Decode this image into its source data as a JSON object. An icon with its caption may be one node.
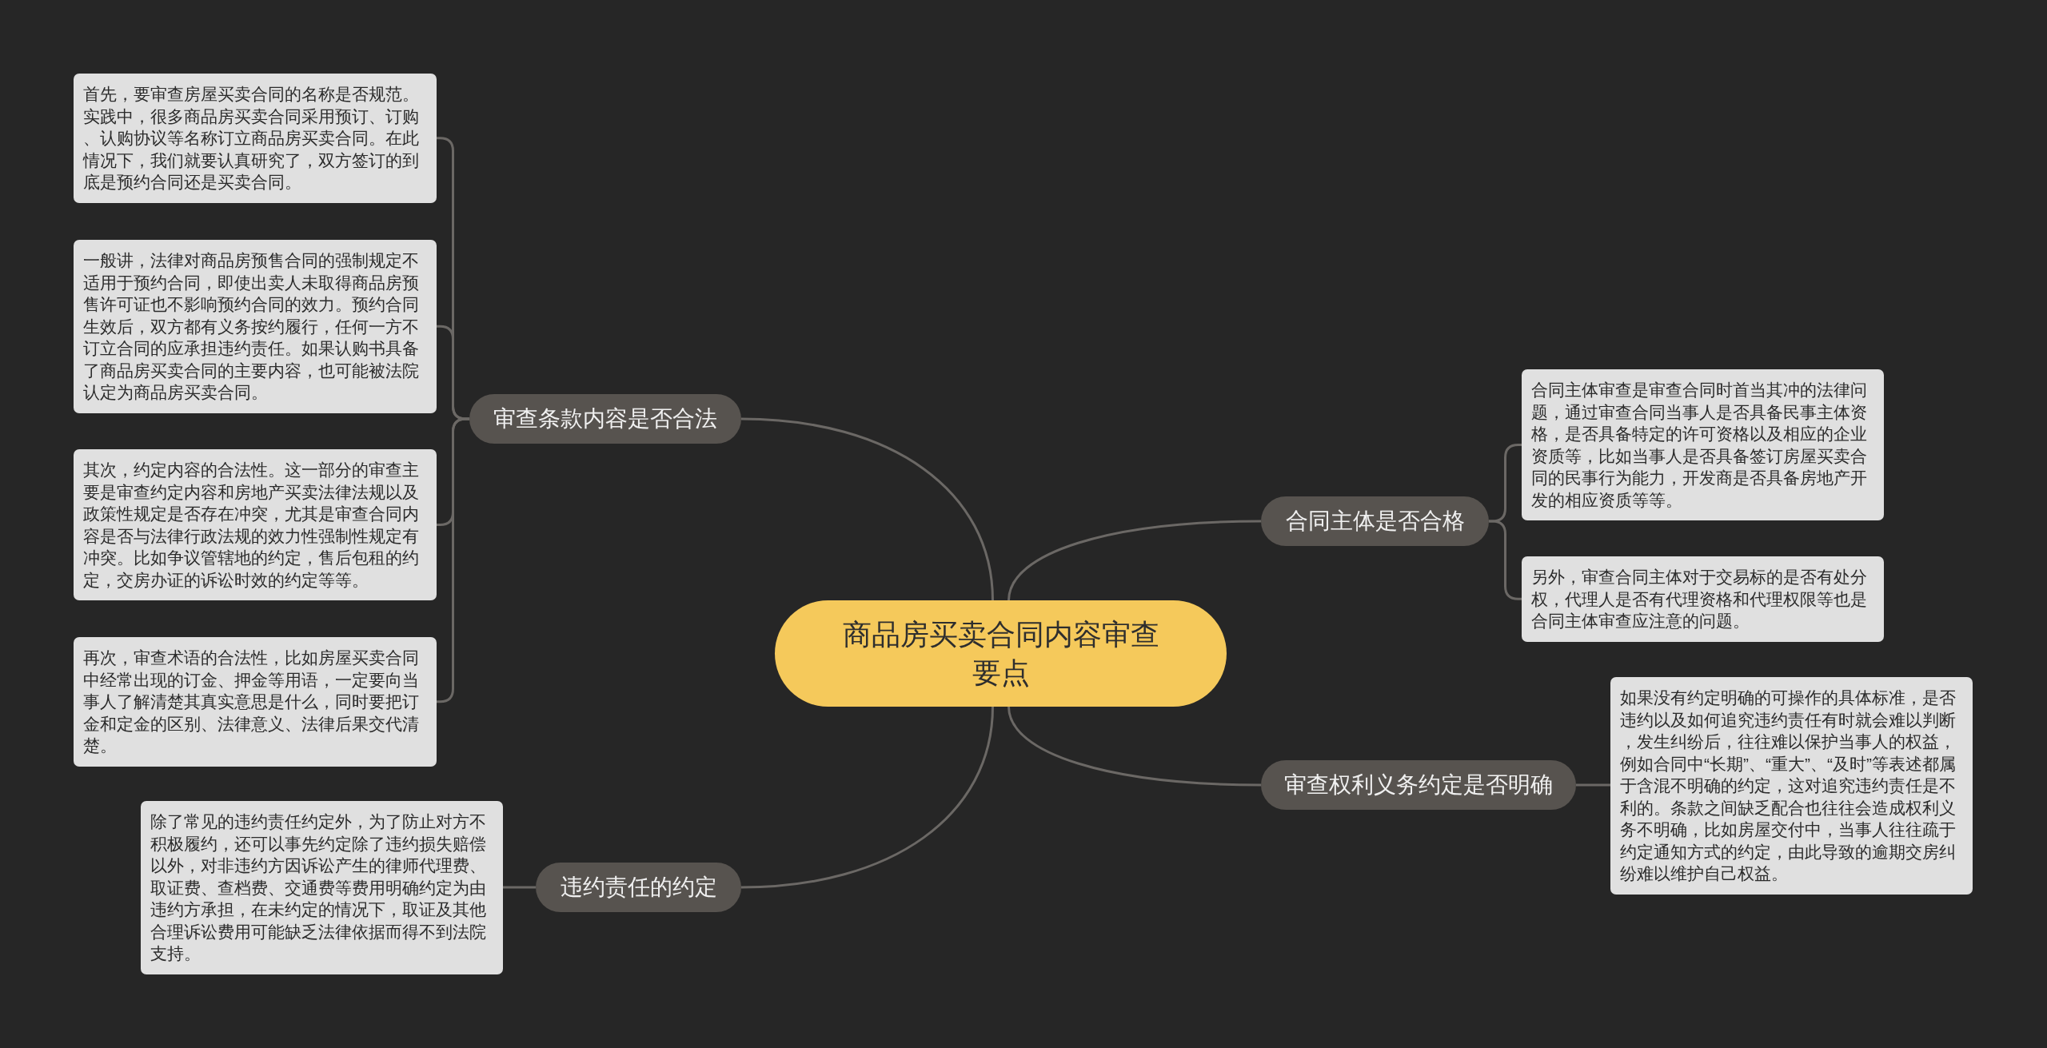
{
  "diagram": {
    "nodes": [
      {
        "text": [
          "商品房买卖合同内容审查要点"
        ]
      },
      {
        "text": [
          "审查条款内容是否合法"
        ]
      },
      {
        "text": [
          "首先，要审查房屋买卖合同的名称是否规范。实践中，很多商品房买卖合同采用预订、订购、认购协议等名称订立商品房买卖合同。在此情况下，我们就要认真研究了，双方签订的到底是预约合同还是买卖合同。"
        ]
      },
      {
        "text": [
          "一般讲，法律对商品房预售合同的强制规定不适用于预约合同，即使出卖人未取得商品房预售许可证也不影响预约合同的效力。预约合同生效后，双方都有义务按约履行，任何一方不订立合同的应承担违约责任。如果认购书具备了商品房买卖合同的主要内容，也可能被法院认定为商品房买卖合同。"
        ]
      },
      {
        "text": [
          "其次，约定内容的合法性。这一部分的审查主要是审查约定内容和房地产买卖法律法规以及政策性规定是否存在冲突，尤其是审查合同内容是否与法律行政法规的效力性强制性规定有冲突。比如争议管辖地的约定，售后包租的约定，交房办证的诉讼时效的约定等等。"
        ]
      },
      {
        "text": [
          "再次，审查术语的合法性，比如房屋买卖合同中经常出现的订金、押金等用语，一定要向当事人了解清楚其真实意思是什么，同时要把订金和定金的区别、法律意义、法律后果交代清楚。"
        ]
      },
      {
        "text": [
          "合同主体是否合格"
        ]
      },
      {
        "text": [
          "合同主体审查是审查合同时首当其冲的法律问题，通过审查合同当事人是否具备民事主体资格，是否具备特定的许可资格以及相应的企业资质等，比如当事人是否具备签订房屋买卖合同的民事行为能力，开发商是否具备房地产开发的相应资质等等。"
        ]
      },
      {
        "text": [
          "另外，审查合同主体对于交易标的是否有处分权，代理人是否有代理资格和代理权限等也是合同主体审查应注意的问题。"
        ]
      },
      {
        "text": [
          "审查权利义务约定是否明确"
        ]
      },
      {
        "text": [
          "如果没有约定明确的可操作的具体标准，是否违约以及如何追究违约责任有时就会难以判断，发生纠纷后，往往难以保护当事人的权益，例如合同中“长期”、“重大”、“及时”等表述都属于含混不明确的约定，这对追究违约责任是不利的。条款之间缺乏配合也往往会造成权利义务不明确，比如房屋交付中，当事人往往疏于约定通知方式的约定，由此导致的逾期交房纠纷难以维护自己权益。"
        ]
      },
      {
        "text": [
          "违约责任的约定"
        ]
      },
      {
        "text": [
          "除了常见的违约责任约定外，为了防止对方不积极履约，还可以事先约定除了违约损失赔偿以外，对非违约方因诉讼产生的律师代理费、取证费、查档费、交通费等费用明确约定为由违约方承担，在未约定的情况下，取证及其他合理诉讼费用可能缺乏法律依据而得不到法院支持。"
        ]
      }
    ],
    "edges": [
      {
        "from": 0,
        "to": 1,
        "arrow": "none"
      },
      {
        "from": 1,
        "to": 2,
        "arrow": "none"
      },
      {
        "from": 1,
        "to": 3,
        "arrow": "none"
      },
      {
        "from": 1,
        "to": 4,
        "arrow": "none"
      },
      {
        "from": 1,
        "to": 5,
        "arrow": "none"
      },
      {
        "from": 0,
        "to": 6,
        "arrow": "none"
      },
      {
        "from": 6,
        "to": 7,
        "arrow": "none"
      },
      {
        "from": 6,
        "to": 8,
        "arrow": "none"
      },
      {
        "from": 0,
        "to": 9,
        "arrow": "none"
      },
      {
        "from": 9,
        "to": 10,
        "arrow": "none"
      },
      {
        "from": 0,
        "to": 11,
        "arrow": "none"
      },
      {
        "from": 11,
        "to": 12,
        "arrow": "none"
      }
    ]
  }
}
